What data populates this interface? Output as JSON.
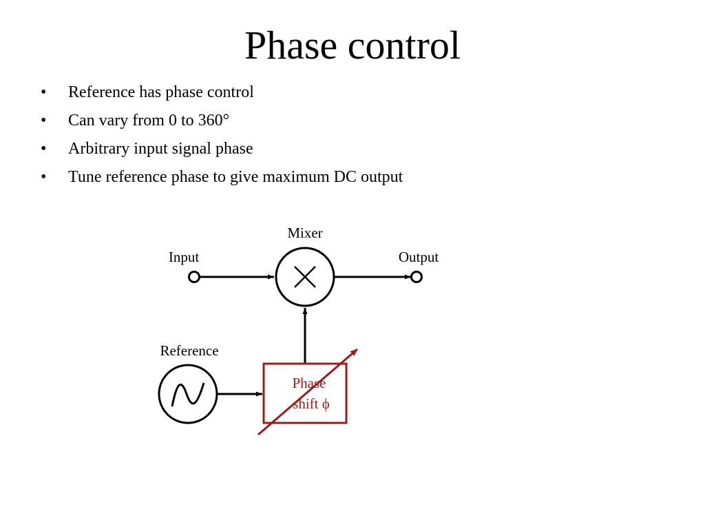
{
  "slide": {
    "title": "Phase control",
    "bullet_glyph": "•",
    "bullets": [
      "Reference has phase control",
      "Can vary from 0 to 360°",
      "Arbitrary input signal phase",
      "Tune reference phase to give maximum DC output"
    ]
  },
  "diagram": {
    "mixer_label": "Mixer",
    "input_label": "Input",
    "output_label": "Output",
    "reference_label": "Reference",
    "phase_shift_line1": "Phase",
    "phase_shift_line2": "shift ϕ",
    "mixer_icon": "multiply-cross-icon",
    "oscillator_icon": "sine-wave-icon",
    "colors": {
      "line": "#000000",
      "phase_shift": "#9b1c1c"
    }
  }
}
